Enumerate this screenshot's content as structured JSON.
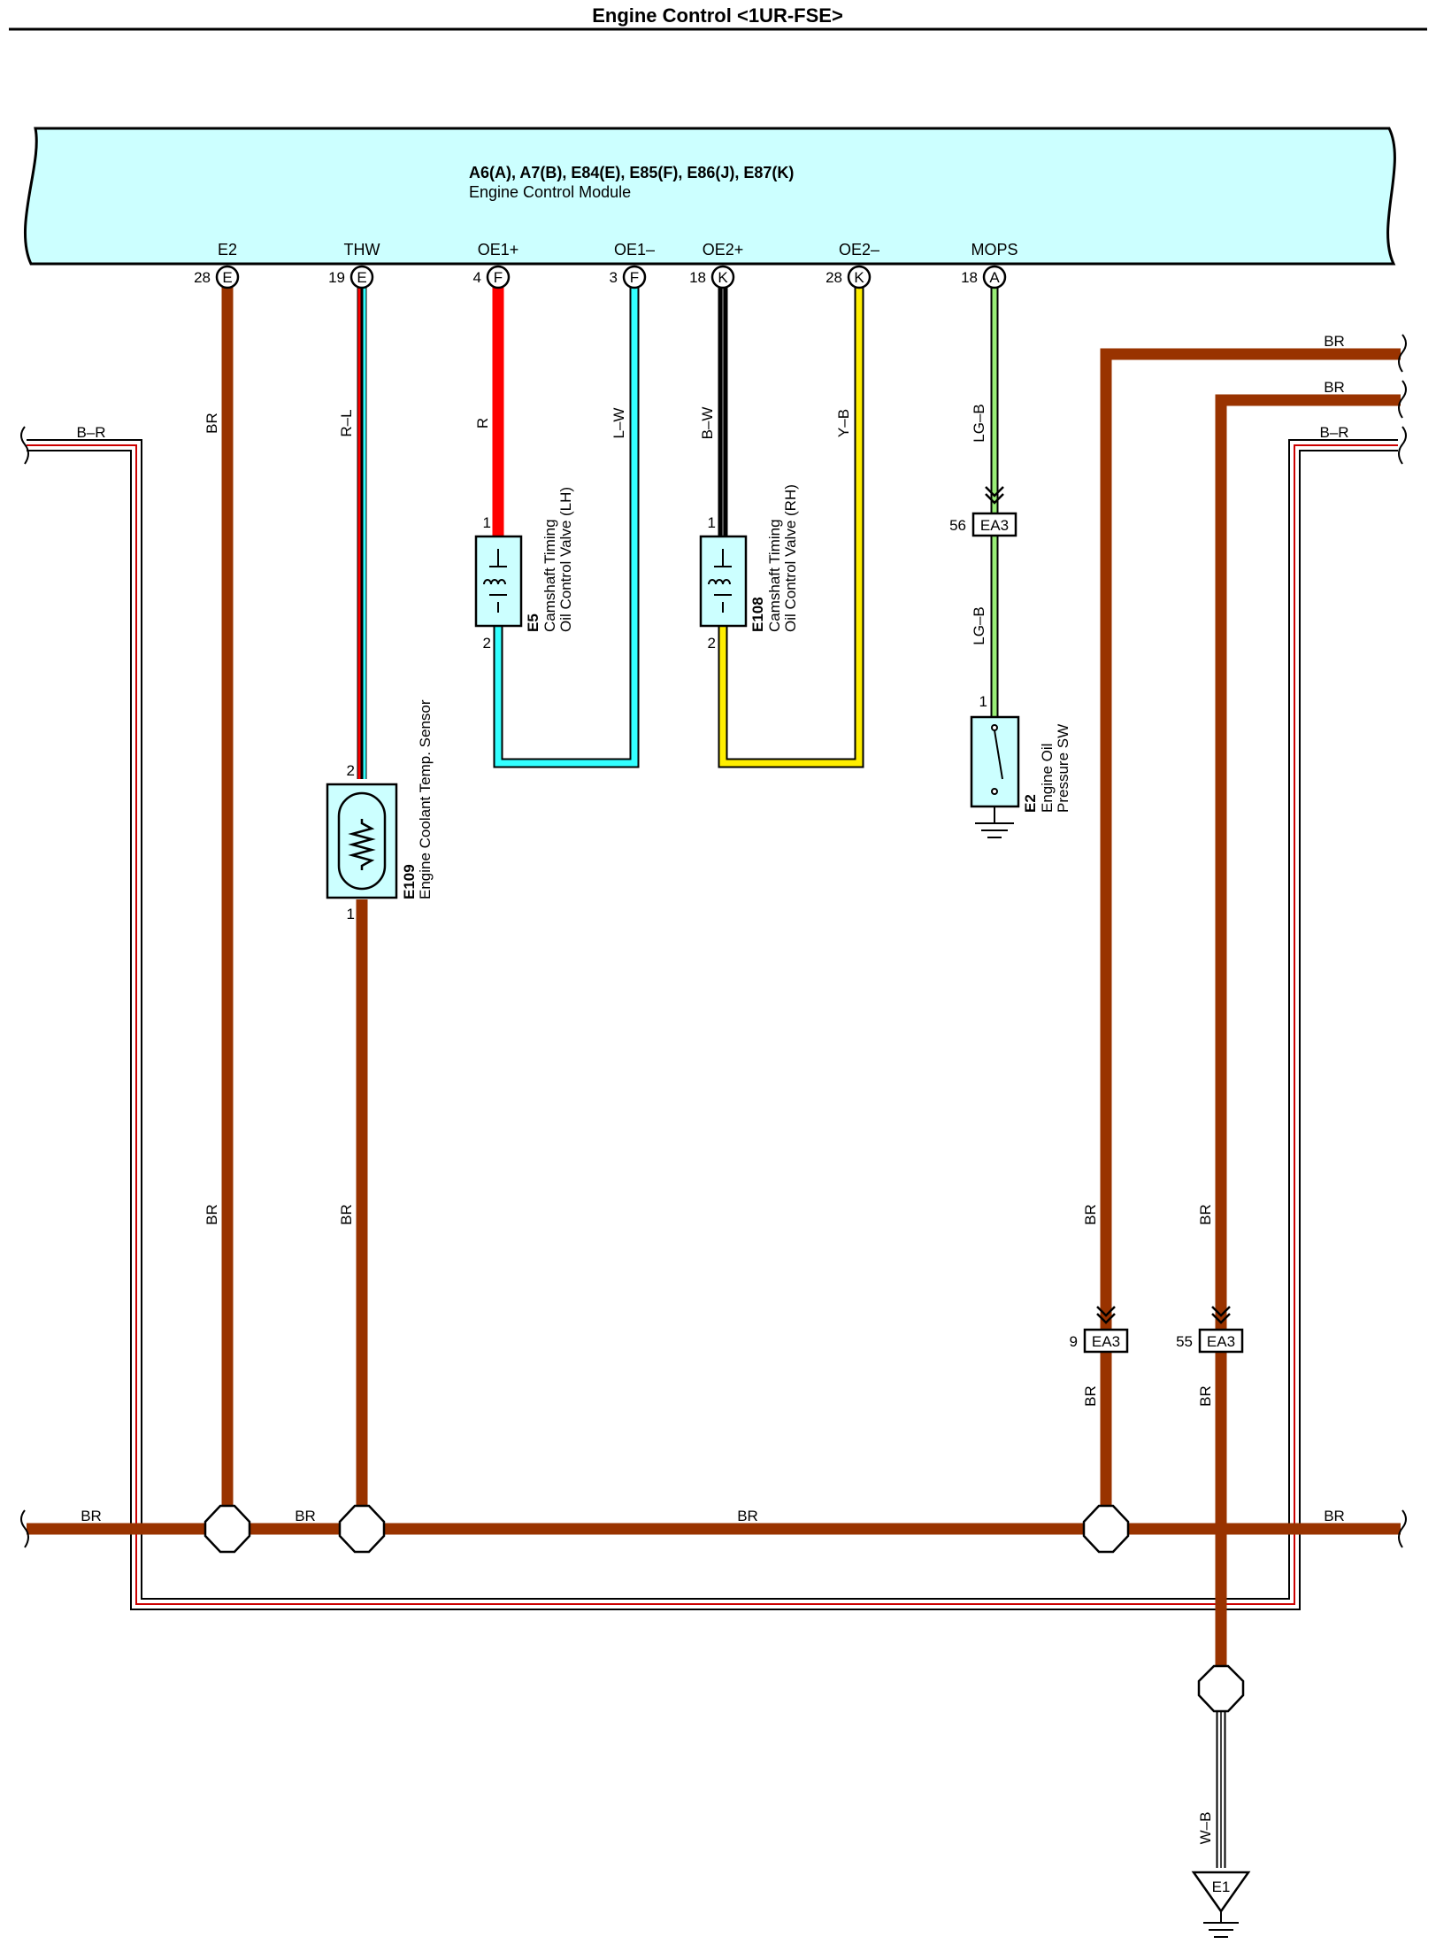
{
  "title": "Engine Control <1UR-FSE>",
  "ecm": {
    "connectors": "A6(A), A7(B), E84(E), E85(F), E86(J), E87(K)",
    "name": "Engine Control Module",
    "fill_color": "#ccffff",
    "terminals": [
      {
        "name": "E2",
        "pin": "28",
        "conn": "E"
      },
      {
        "name": "THW",
        "pin": "19",
        "conn": "E"
      },
      {
        "name": "OE1+",
        "pin": "4",
        "conn": "F"
      },
      {
        "name": "OE1–",
        "pin": "3",
        "conn": "F"
      },
      {
        "name": "OE2+",
        "pin": "18",
        "conn": "K"
      },
      {
        "name": "OE2–",
        "pin": "28",
        "conn": "K"
      },
      {
        "name": "MOPS",
        "pin": "18",
        "conn": "A"
      }
    ]
  },
  "wire_colors": {
    "BR": "#993300",
    "R": "#ff0000",
    "L": "#33ffff",
    "Y": "#ffee00",
    "B": "#000000",
    "LG": "#99ee77",
    "W": "#ffffff"
  },
  "wire_labels": {
    "e2_top": "BR",
    "thw_top": "R–L",
    "oe1p": "R",
    "oe1m": "L–W",
    "oe2p": "B–W",
    "oe2m": "Y–B",
    "mops_top": "LG–B",
    "mops_bottom": "LG–B",
    "e2_mid": "BR",
    "sensor_low": "BR",
    "right1_top": "BR",
    "right2_top": "BR",
    "right1_mid": "BR",
    "right2_mid": "BR",
    "right1_low": "BR",
    "right2_low": "BR",
    "left_br": "B–R",
    "right_br": "B–R",
    "bus_left": "BR",
    "bus_mid1": "BR",
    "bus_mid2": "BR",
    "bus_right": "BR",
    "ground": "W–B"
  },
  "components": {
    "coolant_sensor": {
      "code": "E109",
      "name": "Engine Coolant Temp.  Sensor",
      "pin_top": "2",
      "pin_bottom": "1"
    },
    "cam_lh": {
      "code": "E5",
      "line1": "Camshaft Timing",
      "line2": "Oil Control Valve (LH)",
      "pin_top": "1",
      "pin_bottom": "2"
    },
    "cam_rh": {
      "code": "E108",
      "line1": "Camshaft Timing",
      "line2": "Oil Control Valve (RH)",
      "pin_top": "1",
      "pin_bottom": "2"
    },
    "oil_sw": {
      "code": "E2",
      "line1": "Engine Oil",
      "line2": "Pressure SW",
      "pin": "1"
    }
  },
  "junctions": [
    {
      "pin": "56",
      "name": "EA3"
    },
    {
      "pin": "9",
      "name": "EA3"
    },
    {
      "pin": "55",
      "name": "EA3"
    }
  ],
  "ground": {
    "name": "E1"
  }
}
